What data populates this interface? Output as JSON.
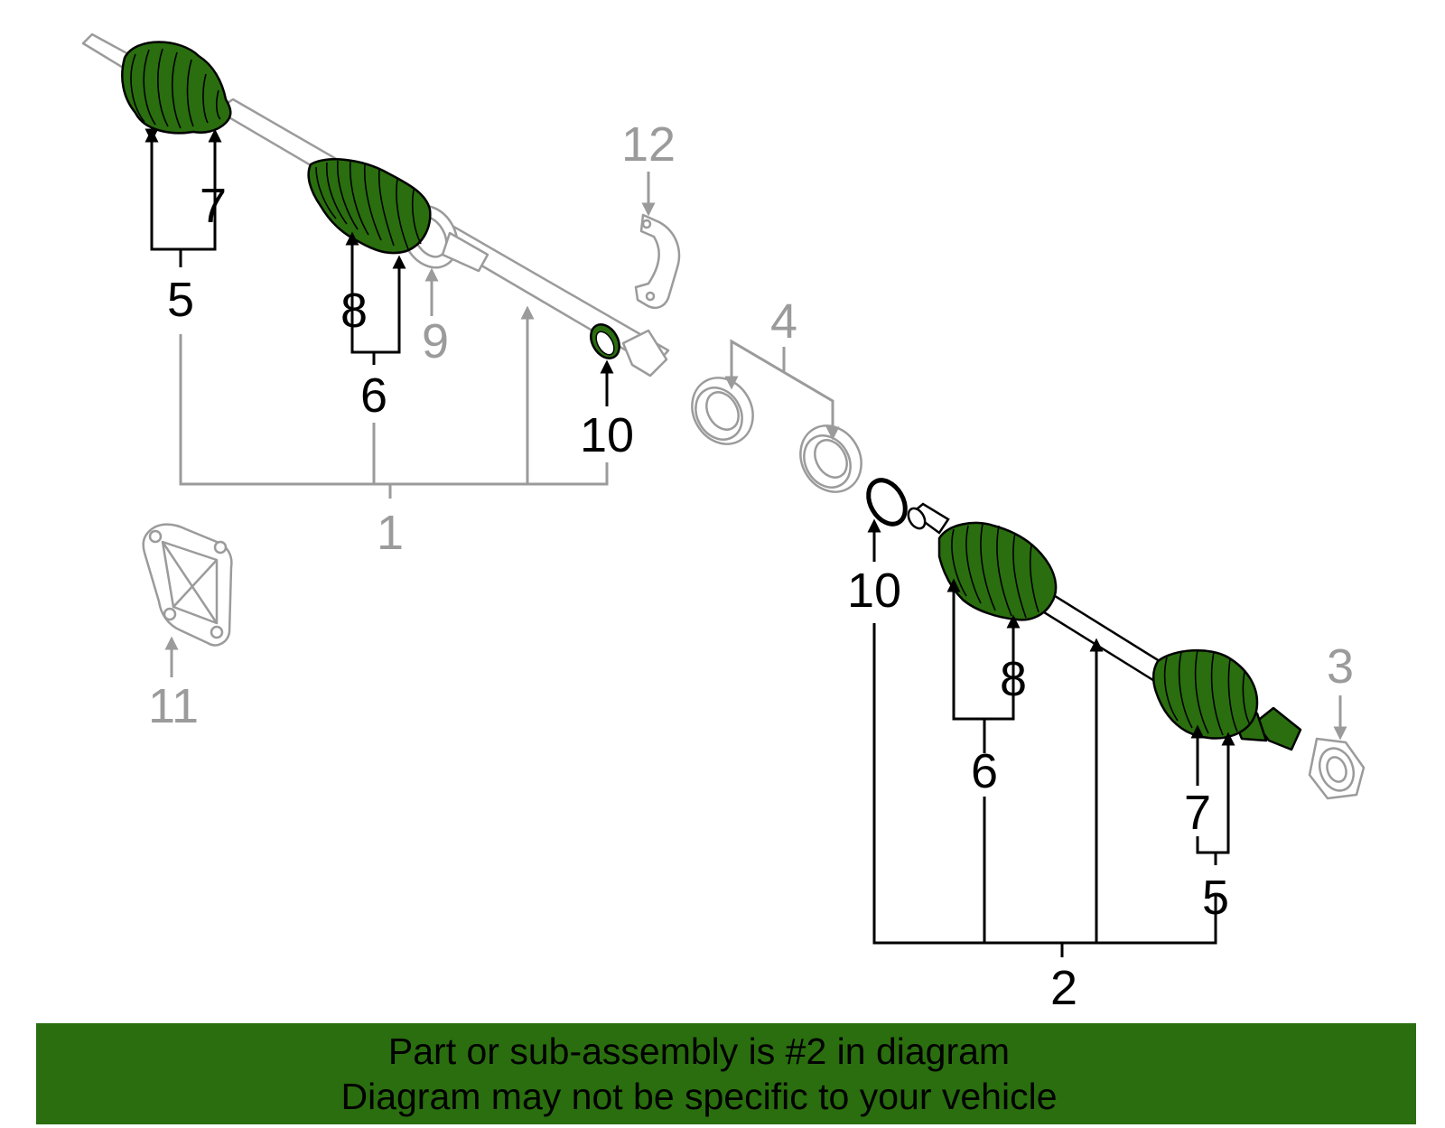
{
  "callouts": {
    "c1": "1",
    "c2": "2",
    "c3": "3",
    "c4": "4",
    "c5_upper": "5",
    "c5_lower": "5",
    "c6_upper": "6",
    "c6_lower": "6",
    "c7_upper": "7",
    "c7_lower": "7",
    "c8_upper": "8",
    "c8_lower": "8",
    "c9": "9",
    "c10_upper": "10",
    "c10_lower": "10",
    "c11": "11",
    "c12": "12"
  },
  "banner": {
    "line1": "Part or sub-assembly is #2 in diagram",
    "line2": "Diagram may not be specific to your vehicle"
  },
  "colors": {
    "highlight": "#2a6e0f",
    "inactive": "#9b9b9b",
    "active": "#000000"
  }
}
